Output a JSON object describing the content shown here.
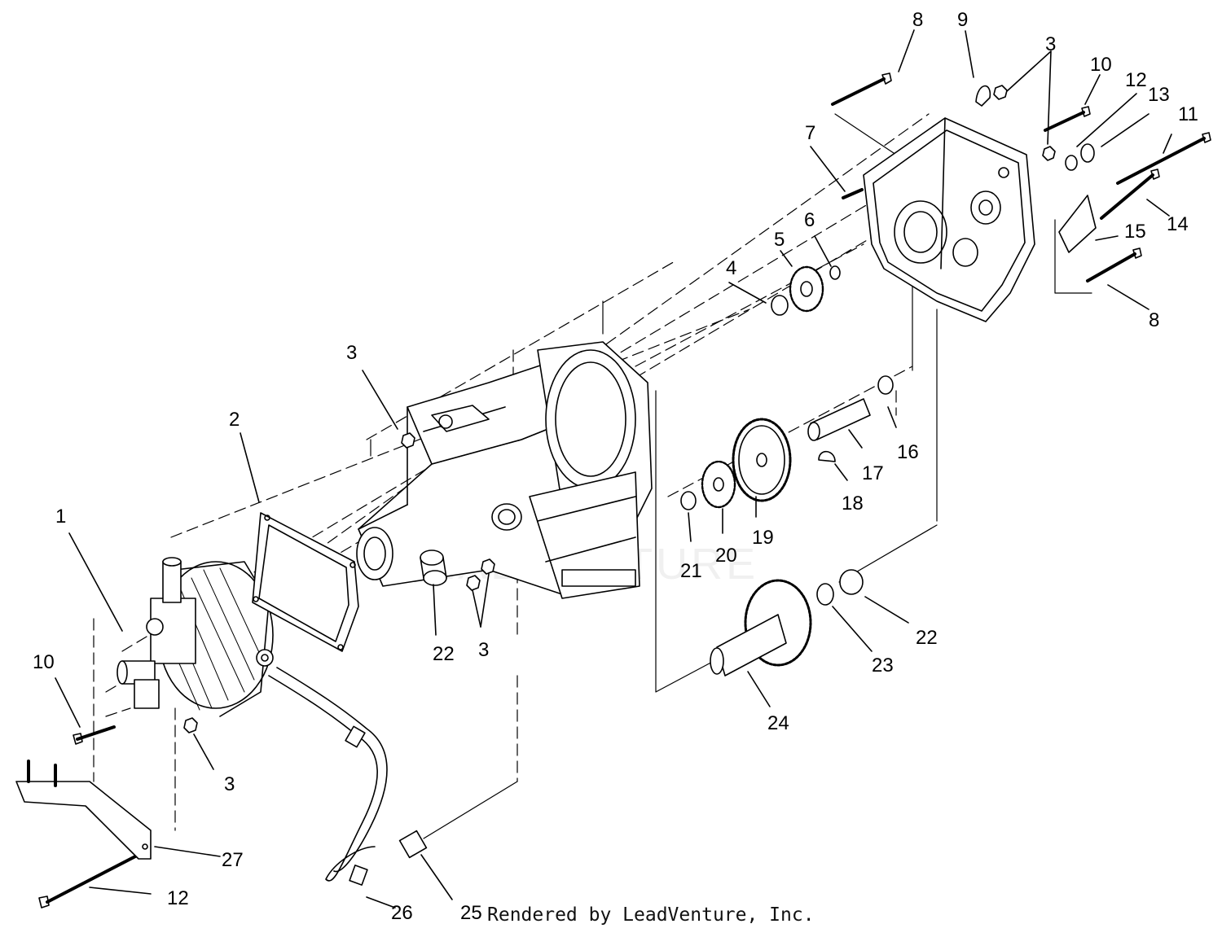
{
  "diagram": {
    "callouts": [
      {
        "id": "c1",
        "text": "1"
      },
      {
        "id": "c2",
        "text": "2"
      },
      {
        "id": "c3a",
        "text": "3"
      },
      {
        "id": "c3b",
        "text": "3"
      },
      {
        "id": "c3c",
        "text": "3"
      },
      {
        "id": "c3d",
        "text": "3"
      },
      {
        "id": "c4",
        "text": "4"
      },
      {
        "id": "c5",
        "text": "5"
      },
      {
        "id": "c6",
        "text": "6"
      },
      {
        "id": "c7",
        "text": "7"
      },
      {
        "id": "c8a",
        "text": "8"
      },
      {
        "id": "c8b",
        "text": "8"
      },
      {
        "id": "c9",
        "text": "9"
      },
      {
        "id": "c10a",
        "text": "10"
      },
      {
        "id": "c10b",
        "text": "10"
      },
      {
        "id": "c11",
        "text": "11"
      },
      {
        "id": "c12a",
        "text": "12"
      },
      {
        "id": "c12b",
        "text": "12"
      },
      {
        "id": "c13",
        "text": "13"
      },
      {
        "id": "c14",
        "text": "14"
      },
      {
        "id": "c15",
        "text": "15"
      },
      {
        "id": "c16",
        "text": "16"
      },
      {
        "id": "c17",
        "text": "17"
      },
      {
        "id": "c18",
        "text": "18"
      },
      {
        "id": "c19",
        "text": "19"
      },
      {
        "id": "c20",
        "text": "20"
      },
      {
        "id": "c21",
        "text": "21"
      },
      {
        "id": "c22a",
        "text": "22"
      },
      {
        "id": "c22b",
        "text": "22"
      },
      {
        "id": "c23",
        "text": "23"
      },
      {
        "id": "c24",
        "text": "24"
      },
      {
        "id": "c25",
        "text": "25"
      },
      {
        "id": "c26",
        "text": "26"
      },
      {
        "id": "c27",
        "text": "27"
      }
    ],
    "credit": "Rendered by LeadVenture, Inc.",
    "watermark": "LEADVENTURE"
  }
}
